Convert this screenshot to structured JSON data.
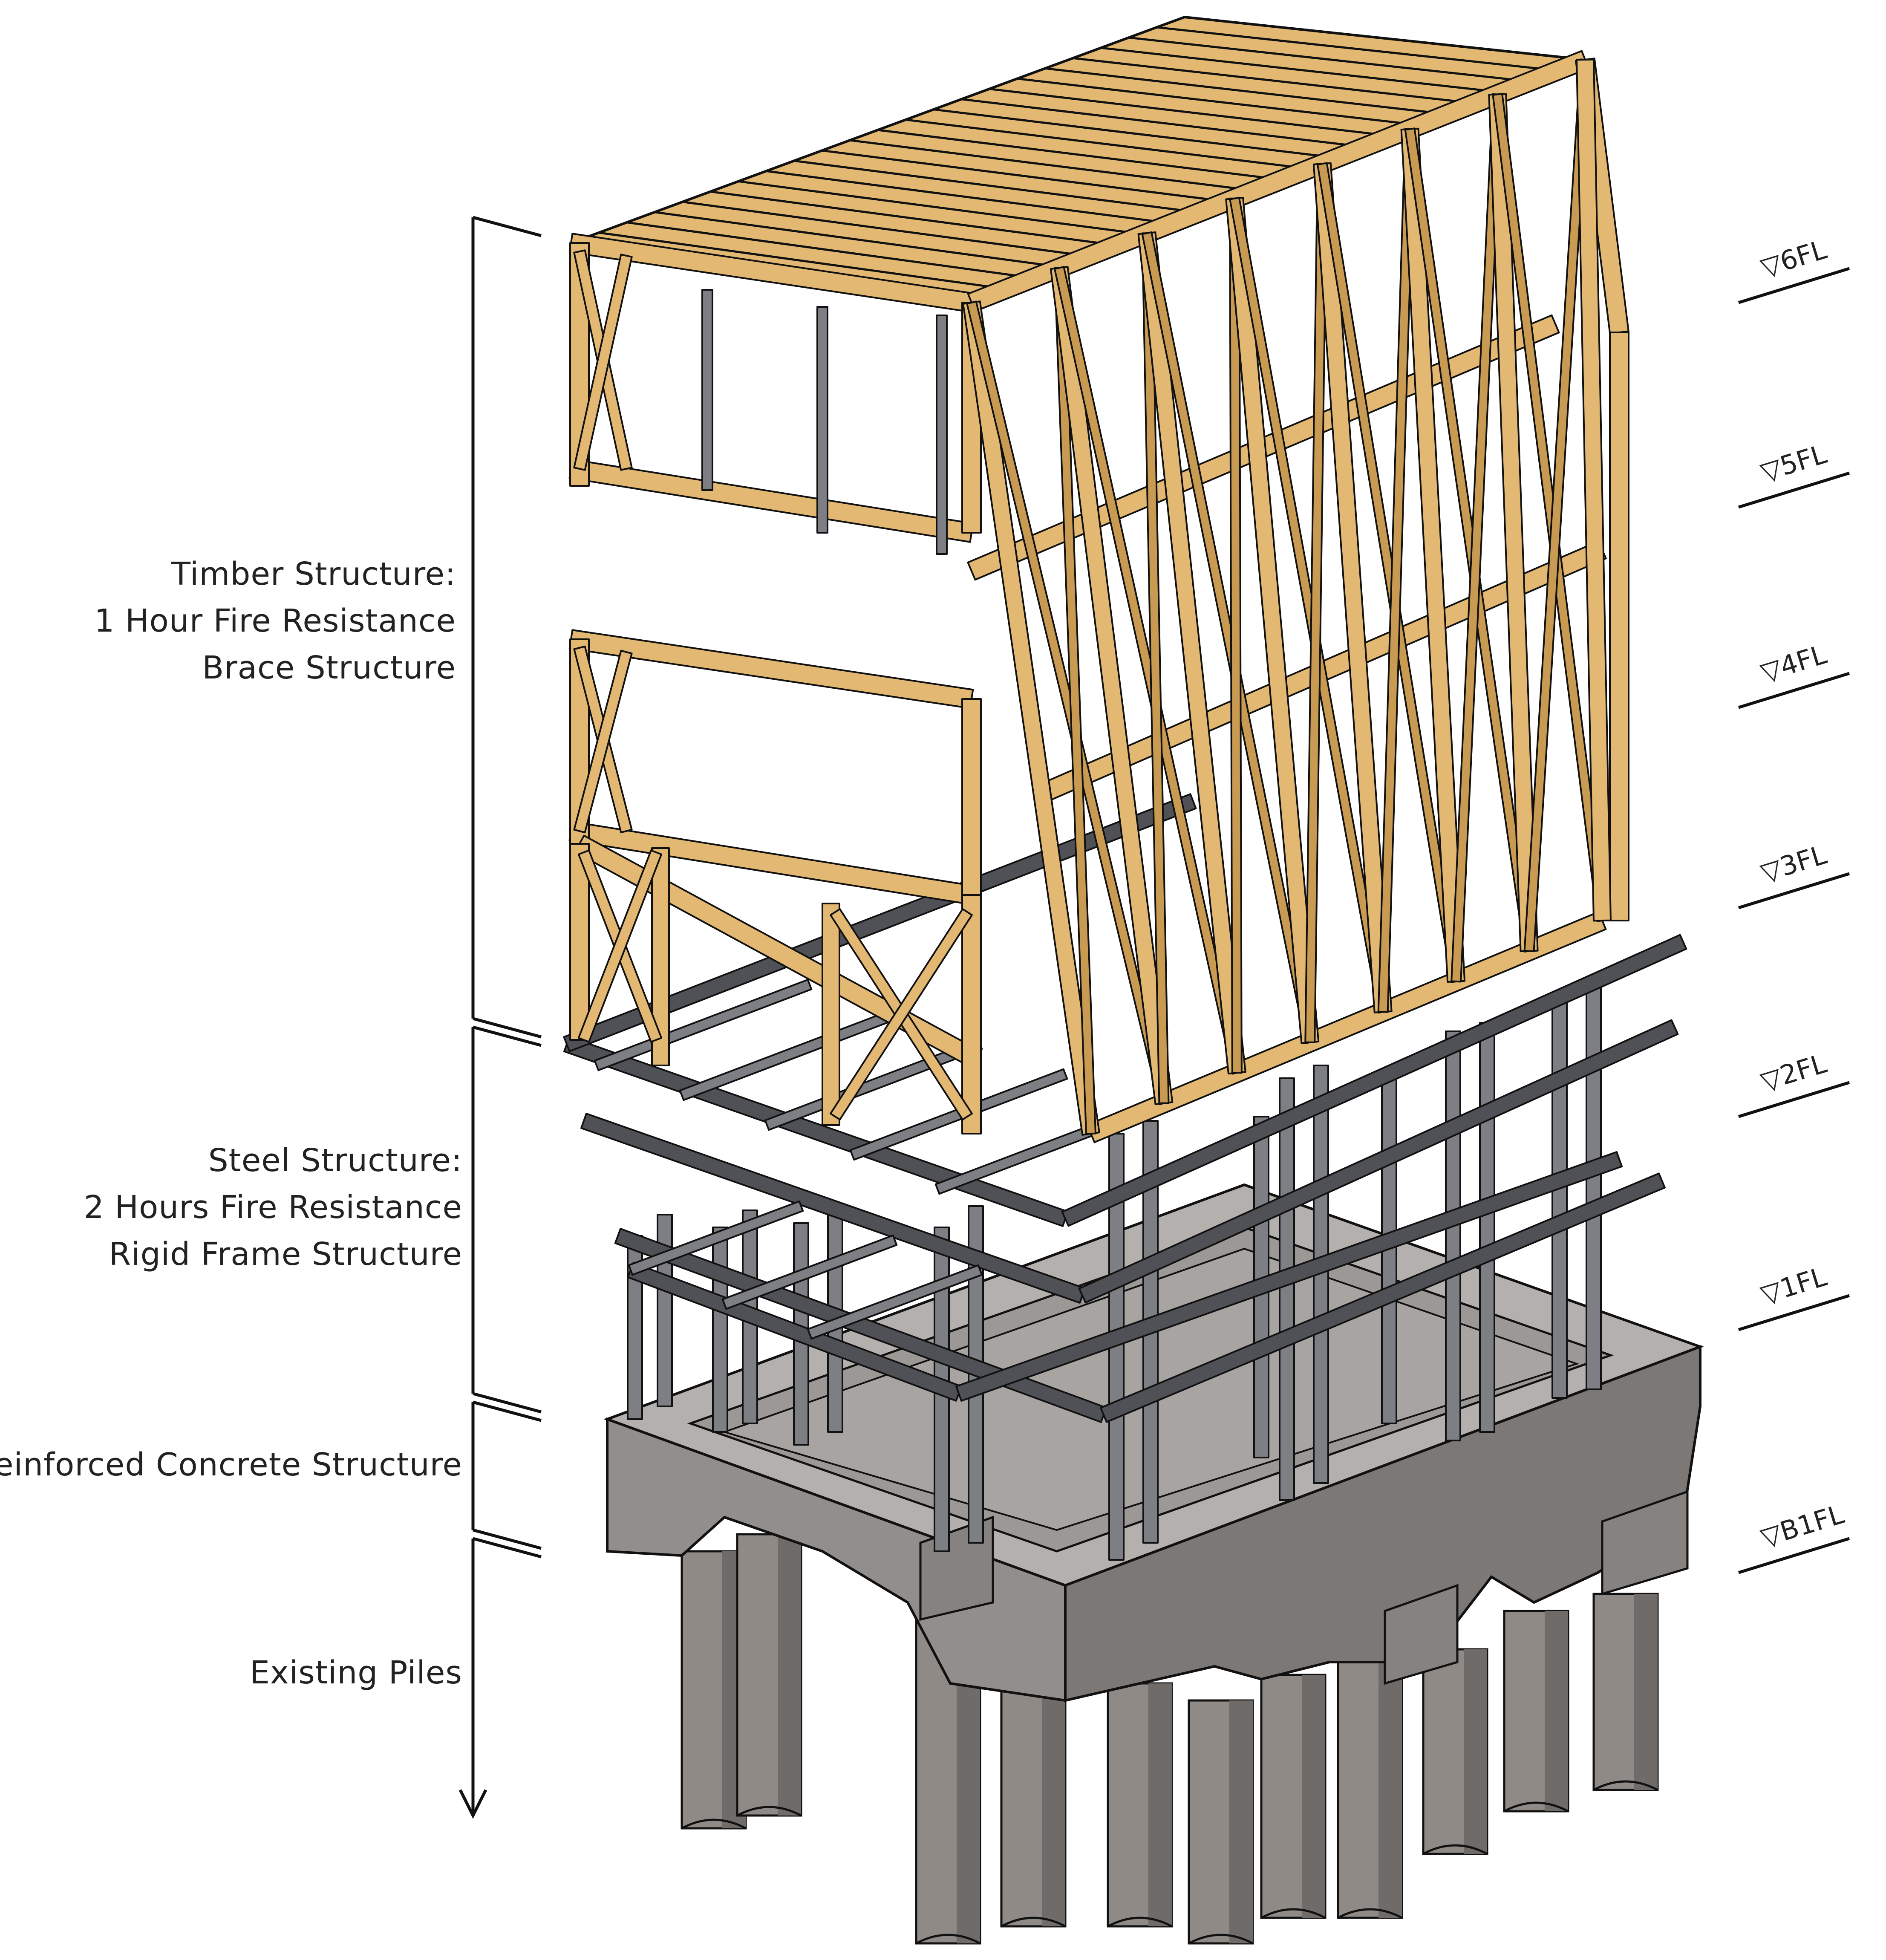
{
  "sections": [
    {
      "lines": [
        "Timber Structure:",
        "1 Hour Fire Resistance",
        "Brace Structure"
      ]
    },
    {
      "lines": [
        "Steel Structure:",
        "2 Hours Fire Resistance",
        "Rigid Frame Structure"
      ]
    },
    {
      "lines": [
        "Reinforced Concrete Structure"
      ]
    },
    {
      "lines": [
        "Existing Piles"
      ]
    }
  ],
  "levels": [
    "6FL",
    "5FL",
    "4FL",
    "3FL",
    "2FL",
    "1FL",
    "B1FL"
  ],
  "level_marker": "▽",
  "colors": {
    "timber": "#E3B873",
    "timber_dark": "#C89A52",
    "timber_edge": "#1a1a1a",
    "steel": "#7d7f84",
    "steel_dark": "#4f5156",
    "concrete_top": "#b3b0ad",
    "concrete_front": "#918e8b",
    "concrete_side": "#7b7876",
    "pile": "#8f8a86",
    "line": "#111111"
  }
}
